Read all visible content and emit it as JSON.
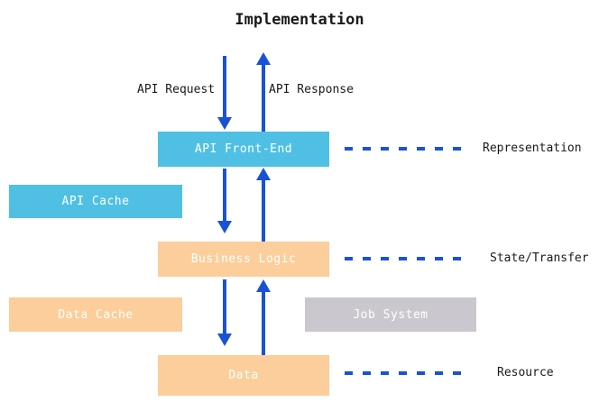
{
  "diagram": {
    "title": "Implementation",
    "background_color": "#ffffff",
    "palette": {
      "cyan": "#4FC0E4",
      "peach": "#FBCE9B",
      "gray": "#CBC7CE",
      "arrow_blue": "#1A52D6",
      "text_dark": "#1a1a1a",
      "box_text": "#ffffff"
    },
    "boxes": [
      {
        "id": "api-front-end",
        "label": "API Front-End",
        "color": "#4FC0E4",
        "column": "center"
      },
      {
        "id": "api-cache",
        "label": "API Cache",
        "color": "#4FC0E4",
        "column": "left"
      },
      {
        "id": "business-logic",
        "label": "Business Logic",
        "color": "#FBCE9B",
        "column": "center"
      },
      {
        "id": "data-cache",
        "label": "Data Cache",
        "color": "#FBCE9B",
        "column": "left"
      },
      {
        "id": "job-system",
        "label": "Job System",
        "color": "#CBC7CE",
        "column": "right"
      },
      {
        "id": "data",
        "label": "Data",
        "color": "#FBCE9B",
        "column": "center"
      }
    ],
    "arrow_labels": {
      "request": "API Request",
      "response": "API Response"
    },
    "side_labels": [
      {
        "id": "representation",
        "label": "Representation",
        "connects_to": "api-front-end"
      },
      {
        "id": "state-transfer",
        "label": "State/Transfer",
        "connects_to": "business-logic"
      },
      {
        "id": "resource",
        "label": "Resource",
        "connects_to": "data"
      }
    ],
    "flows": [
      {
        "from": "external",
        "to": "api-front-end",
        "direction": "down",
        "label": "API Request"
      },
      {
        "from": "api-front-end",
        "to": "external",
        "direction": "up",
        "label": "API Response"
      },
      {
        "from": "api-front-end",
        "to": "business-logic",
        "direction": "down",
        "label": ""
      },
      {
        "from": "business-logic",
        "to": "api-front-end",
        "direction": "up",
        "label": ""
      },
      {
        "from": "business-logic",
        "to": "data",
        "direction": "down",
        "label": ""
      },
      {
        "from": "data",
        "to": "business-logic",
        "direction": "up",
        "label": ""
      }
    ]
  }
}
